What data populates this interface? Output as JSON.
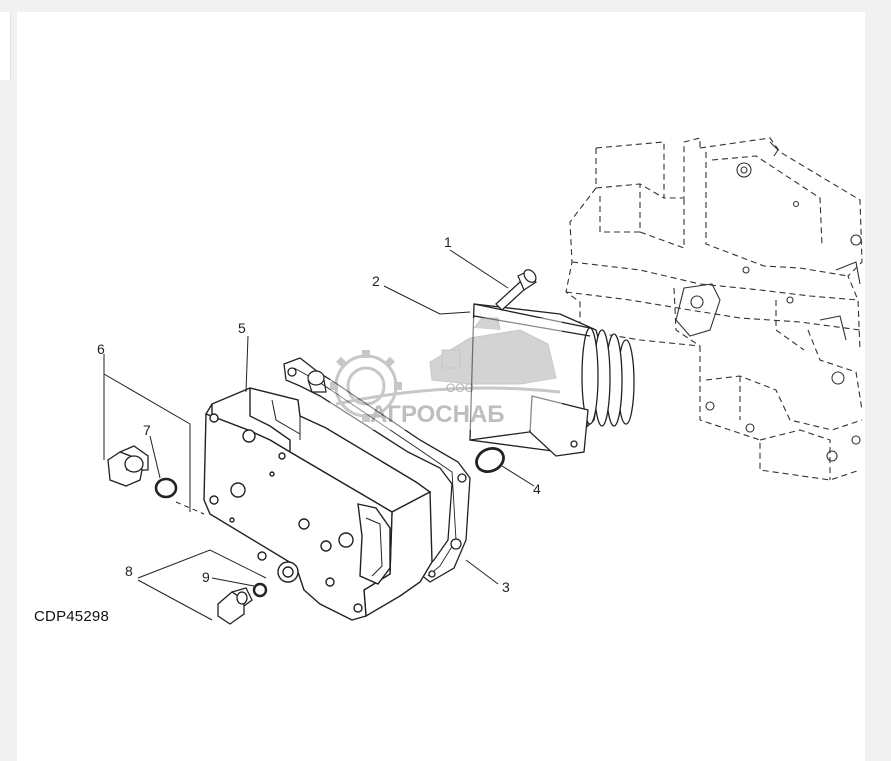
{
  "figure": {
    "code": "CDP45298",
    "callouts": [
      {
        "id": "1",
        "label": "1"
      },
      {
        "id": "2",
        "label": "2"
      },
      {
        "id": "3",
        "label": "3"
      },
      {
        "id": "4",
        "label": "4"
      },
      {
        "id": "5",
        "label": "5"
      },
      {
        "id": "6",
        "label": "6"
      },
      {
        "id": "7",
        "label": "7"
      },
      {
        "id": "8",
        "label": "8"
      },
      {
        "id": "9",
        "label": "9"
      }
    ]
  },
  "watermark": {
    "prefix": "ООО",
    "name": "АГРОСНАБ"
  }
}
